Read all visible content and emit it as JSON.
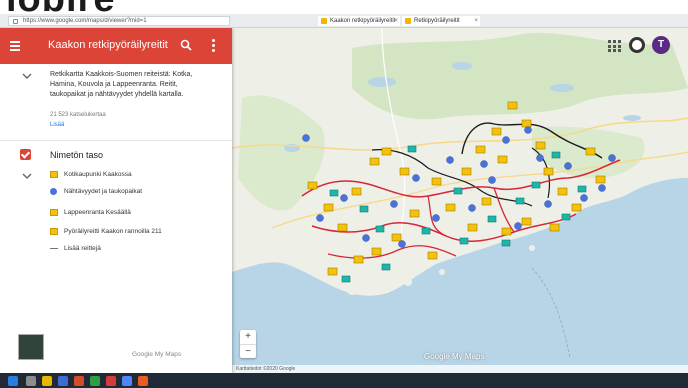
{
  "banner": {
    "text": "lobire"
  },
  "browser": {
    "url": "https://www.google.com/maps/d/viewer?mid=1",
    "tabs": [
      {
        "label": "Kaakon retkipyöräilyreitit"
      },
      {
        "label": "Retkipyöräilyreitit"
      }
    ]
  },
  "panel": {
    "title": "Kaakon retkipyöräilyreitit",
    "description": "Retkikartta Kaakkois-Suomen reiteistä: Kotka, Hamina, Kouvola ja Lappeenranta. Reitit, taukopaikat ja nähtävyydet yhdellä kartalla.",
    "views": "21 523 katselukertaa",
    "link": "Lisää",
    "layer": {
      "name": "Nimetön taso",
      "items": [
        {
          "icon": "flag-icon",
          "label": "Kotikaupunki Kaakossa"
        },
        {
          "icon": "dot-icon",
          "label": "Nähtävyydet ja taukopaikat"
        },
        {
          "icon": "flag-icon",
          "label": "Lappeenranta Kesäällä"
        },
        {
          "icon": "flag-icon",
          "label": "Pyöräilyreitti Kaakon rannoilla 211"
        },
        {
          "icon": "line-icon",
          "label": "Lisää reittejä"
        }
      ]
    },
    "footer_link": "Google My Maps"
  },
  "map": {
    "avatar_letter": "T",
    "zoom_in": "+",
    "zoom_out": "−",
    "logo": "Google My Maps",
    "attribution": "Karttatiedot ©2020 Google"
  },
  "taskbar": {
    "tray_text": ""
  },
  "colors": {
    "header": "#db4437",
    "route_red": "#d6263a",
    "route_black": "#1b1b1b",
    "marker_flag": "#f4c20d",
    "marker_teal": "#1fb5a9",
    "marker_dot": "#4a73d9",
    "land": "#eef0e8",
    "forest": "#d3e5c2",
    "sea": "#b7d5e6"
  }
}
